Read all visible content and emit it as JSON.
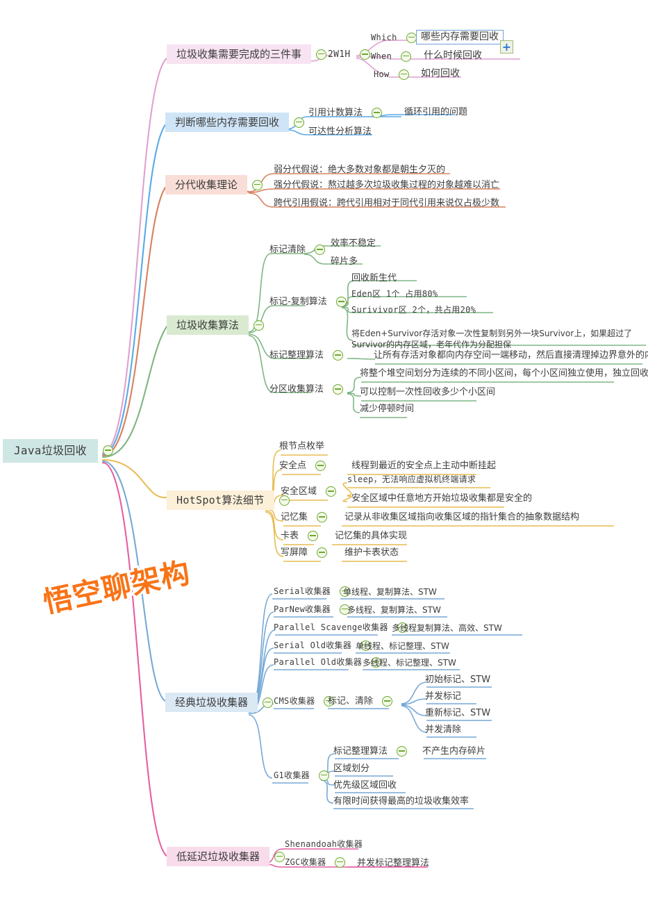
{
  "watermark": "悟空聊架构",
  "root": {
    "label": "Java垃圾回收"
  },
  "colors": {
    "root_fill": "#cfe7e4",
    "root_bar": "#3fa8a0",
    "pink_fill": "#f7e3f2",
    "pink_bar": "#e08ec8",
    "blue_fill": "#cfe5f7",
    "blue_bar": "#4ea6e8",
    "red_fill": "#f8ded7",
    "red_bar": "#d97a5c",
    "green_fill": "#d9ead0",
    "green_bar": "#79b07a",
    "yellow_fill": "#fdf0d9",
    "yellow_bar": "#e8b93e",
    "lightblue_fill": "#dbe9f5",
    "lightblue_bar": "#6fa8d4",
    "magenta_fill": "#f9dcec",
    "magenta_bar": "#e0539a",
    "toggle": "#6ca82e",
    "plus": "#2b77d6",
    "text": "#3c3c3c"
  },
  "branches": {
    "three_things": {
      "label": "垃圾收集需要完成的三件事",
      "child": "2W1H",
      "items": [
        {
          "key": "Which",
          "value": "哪些内存需要回收",
          "selected": true
        },
        {
          "key": "When",
          "value": "什么时候回收",
          "selected": false
        },
        {
          "key": "How",
          "value": "如何回收",
          "selected": false
        }
      ]
    },
    "which_memory": {
      "label": "判断哪些内存需要回收",
      "items": [
        {
          "label": "引用计数算法",
          "child": "循环引用的问题"
        },
        {
          "label": "可达性分析算法",
          "child": ""
        }
      ]
    },
    "generational": {
      "label": "分代收集理论",
      "items": [
        "弱分代假说：绝大多数对象都是朝生夕灭的",
        "强分代假说：熬过越多次垃圾收集过程的对象越难以消亡",
        "跨代引用假说：跨代引用相对于同代引用来说仅占极少数"
      ]
    },
    "gc_algorithms": {
      "label": "垃圾收集算法",
      "items": [
        {
          "label": "标记清除",
          "children": [
            "效率不稳定",
            "碎片多"
          ]
        },
        {
          "label": "标记-复制算法",
          "children": [
            "回收新生代",
            "Eden区 1个 占用80%",
            "Surivivor区 2个，共占用20%",
            "将Eden+Survivor存活对象一次性复制到另外一块Survivor上，如果超过了Survivor的内存区域，老年代作为分配担保"
          ]
        },
        {
          "label": "标记整理算法",
          "children": [
            "让所有存活对象都向内存空间一端移动，然后直接清理掉边界意外的内存"
          ]
        },
        {
          "label": "分区收集算法",
          "children": [
            "将整个堆空间划分为连续的不同小区间，每个小区间独立使用，独立回收",
            "可以控制一次性回收多少个小区间",
            "减少停顿时间"
          ]
        }
      ]
    },
    "hotspot": {
      "label": "HotSpot算法细节",
      "items": [
        {
          "label": "根节点枚举",
          "children": []
        },
        {
          "label": "安全点",
          "children": [
            "线程到最近的安全点上主动中断挂起"
          ]
        },
        {
          "label": "安全区域",
          "children": [
            "sleep，无法响应虚拟机终端请求",
            "安全区域中任意地方开始垃圾收集都是安全的"
          ]
        },
        {
          "label": "记忆集",
          "children": [
            "记录从非收集区域指向收集区域的指针集合的抽象数据结构"
          ]
        },
        {
          "label": "卡表",
          "children": [
            "记忆集的具体实现"
          ]
        },
        {
          "label": "写屏障",
          "children": [
            "维护卡表状态"
          ]
        }
      ]
    },
    "classic_collectors": {
      "label": "经典垃圾收集器",
      "items": [
        {
          "label": "Serial收集器",
          "children": [
            "单线程、复制算法、STW"
          ]
        },
        {
          "label": "ParNew收集器",
          "children": [
            "多线程、复制算法、STW"
          ]
        },
        {
          "label": "Parallel Scavenge收集器",
          "children": [
            "多线程复制算法、高效、STW"
          ]
        },
        {
          "label": "Serial Old收集器",
          "children": [
            "单线程、标记整理、STW"
          ]
        },
        {
          "label": "Parallel Old收集器",
          "children": [
            "多线程、标记整理、STW"
          ]
        },
        {
          "label": "CMS收集器",
          "children": [
            "标记、清除"
          ],
          "grandchildren": [
            "初始标记、STW",
            "并发标记",
            "重新标记、STW",
            "并发清除"
          ]
        },
        {
          "label": "G1收集器",
          "children": [
            "标记整理算法",
            "区域划分",
            "优先级区域回收",
            "有限时间获得最高的垃圾收集效率"
          ],
          "first_child_leaf": "不产生内存碎片"
        }
      ]
    },
    "low_latency": {
      "label": "低延迟垃圾收集器",
      "items": [
        {
          "label": "Shenandoah收集器",
          "children": []
        },
        {
          "label": "ZGC收集器",
          "children": [
            "并发标记整理算法"
          ]
        }
      ]
    }
  }
}
